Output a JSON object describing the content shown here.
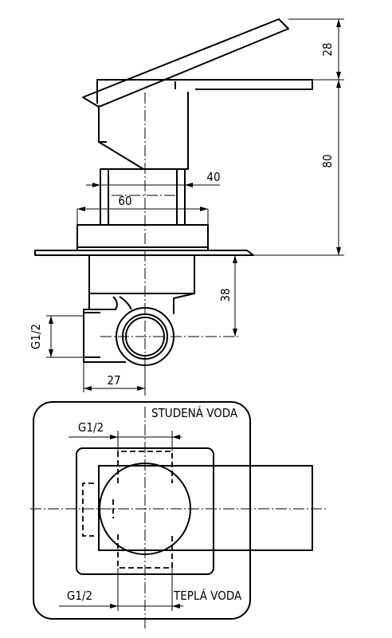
{
  "side_view": {
    "dimensions": {
      "handle_height": "28",
      "total_height": "80",
      "neck_width": "40",
      "body_width": "60",
      "valve_depth": "38",
      "thread_size": "G1/2",
      "port_width": "27"
    }
  },
  "front_view": {
    "cold_water_label": "STUDENÁ VODA",
    "hot_water_label": "TEPLÁ VODA",
    "top_thread_size": "G1/2",
    "bottom_thread_size": "G1/2"
  }
}
